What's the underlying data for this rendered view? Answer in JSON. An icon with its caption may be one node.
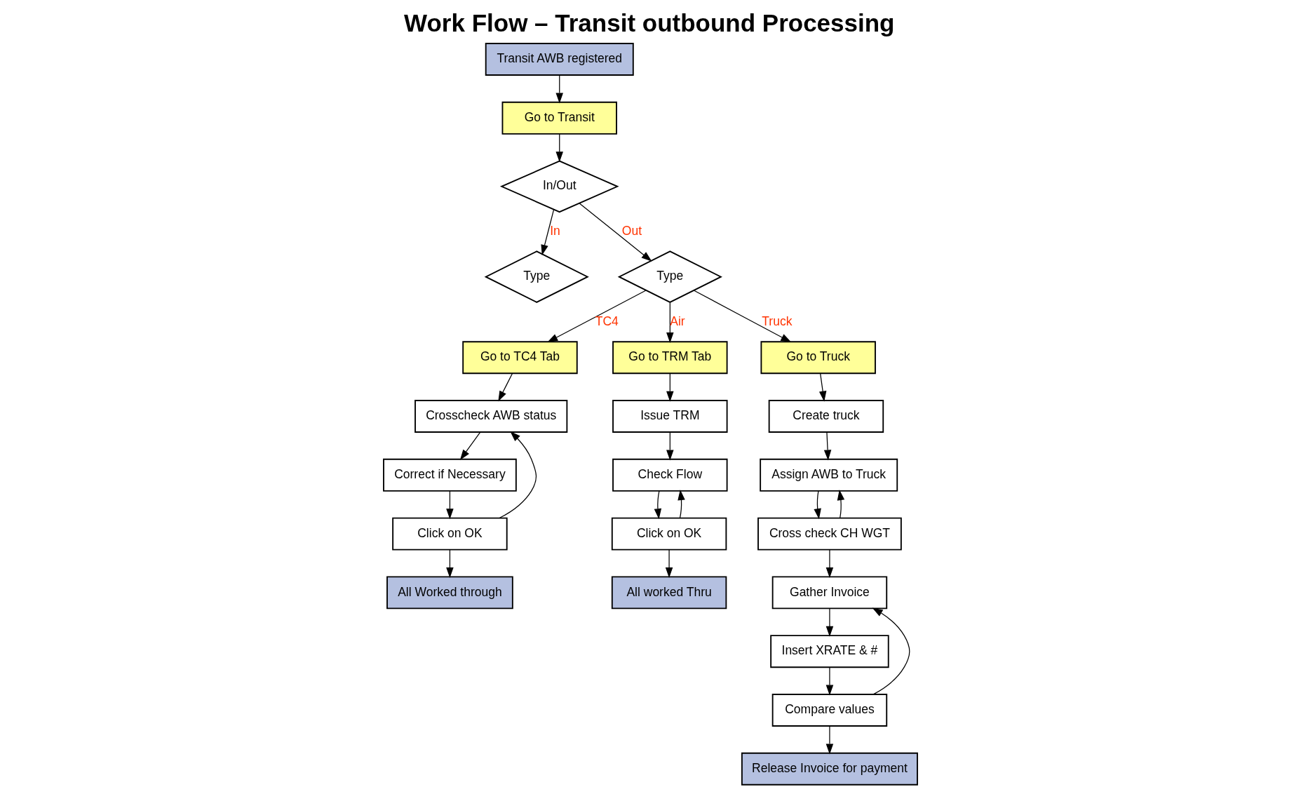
{
  "diagram": {
    "title": "Work Flow – Transit outbound Processing",
    "nodes": [
      {
        "text": [
          "Transit AWB registered"
        ]
      },
      {
        "text": [
          "Go to Transit"
        ]
      },
      {
        "text": [
          "In/Out"
        ]
      },
      {
        "text": [
          "Type"
        ]
      },
      {
        "text": [
          "Type"
        ]
      },
      {
        "text": [
          "Go to TC4 Tab"
        ]
      },
      {
        "text": [
          "Crosscheck AWB status"
        ]
      },
      {
        "text": [
          "Correct if Necessary"
        ]
      },
      {
        "text": [
          "Click on OK"
        ]
      },
      {
        "text": [
          "All Worked through"
        ]
      },
      {
        "text": [
          "Go to TRM Tab"
        ]
      },
      {
        "text": [
          "Issue TRM"
        ]
      },
      {
        "text": [
          "Check Flow"
        ]
      },
      {
        "text": [
          "Click on OK"
        ]
      },
      {
        "text": [
          "All worked Thru"
        ]
      },
      {
        "text": [
          "Go to Truck"
        ]
      },
      {
        "text": [
          "Create truck"
        ]
      },
      {
        "text": [
          "Assign AWB to Truck"
        ]
      },
      {
        "text": [
          "Cross check CH WGT"
        ]
      },
      {
        "text": [
          "Gather Invoice"
        ]
      },
      {
        "text": [
          "Insert XRATE & #"
        ]
      },
      {
        "text": [
          "Compare values"
        ]
      },
      {
        "text": [
          "Release Invoice for payment"
        ]
      }
    ],
    "edges": [
      {
        "from": 0,
        "to": 1,
        "arrow": "to"
      },
      {
        "from": 1,
        "to": 2,
        "arrow": "to"
      },
      {
        "from": 2,
        "to": 4,
        "arrow": "to",
        "label": "Out"
      },
      {
        "from": 2,
        "to": 3,
        "arrow": "to",
        "label": "In"
      },
      {
        "from": 4,
        "to": 5,
        "arrow": "to",
        "label": "TC4"
      },
      {
        "from": 4,
        "to": 10,
        "arrow": "to",
        "label": "Air"
      },
      {
        "from": 4,
        "to": 15,
        "arrow": "to",
        "label": "Truck"
      },
      {
        "from": 5,
        "to": 6,
        "arrow": "to"
      },
      {
        "from": 6,
        "to": 7,
        "arrow": "to"
      },
      {
        "from": 7,
        "to": 8,
        "arrow": "to"
      },
      {
        "from": 8,
        "to": 9,
        "arrow": "to"
      },
      {
        "from": 8,
        "to": 6,
        "arrow": "to"
      },
      {
        "from": 10,
        "to": 11,
        "arrow": "to"
      },
      {
        "from": 11,
        "to": 12,
        "arrow": "to"
      },
      {
        "from": 12,
        "to": 13,
        "arrow": "to"
      },
      {
        "from": 13,
        "to": 14,
        "arrow": "to"
      },
      {
        "from": 13,
        "to": 12,
        "arrow": "to"
      },
      {
        "from": 15,
        "to": 16,
        "arrow": "to"
      },
      {
        "from": 16,
        "to": 17,
        "arrow": "to"
      },
      {
        "from": 17,
        "to": 18,
        "arrow": "to"
      },
      {
        "from": 18,
        "to": 17,
        "arrow": "to"
      },
      {
        "from": 18,
        "to": 19,
        "arrow": "to"
      },
      {
        "from": 19,
        "to": 20,
        "arrow": "to"
      },
      {
        "from": 20,
        "to": 21,
        "arrow": "to"
      },
      {
        "from": 21,
        "to": 19,
        "arrow": "to"
      },
      {
        "from": 21,
        "to": 22,
        "arrow": "to"
      }
    ]
  }
}
